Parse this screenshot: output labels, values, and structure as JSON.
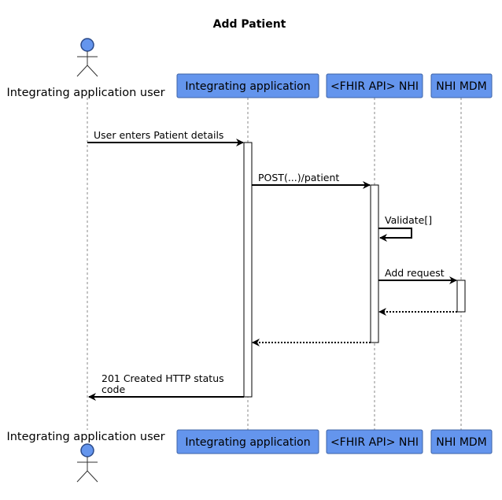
{
  "title": "Add Patient",
  "participants": [
    {
      "id": "user",
      "type": "actor",
      "label": "Integrating application user"
    },
    {
      "id": "app",
      "type": "participant",
      "label": "Integrating application",
      "color": "#6495ED"
    },
    {
      "id": "nhi",
      "type": "participant",
      "label": "<FHIR API> NHI",
      "color": "#6495ED"
    },
    {
      "id": "mdm",
      "type": "participant",
      "label": "NHI MDM",
      "color": "#6495ED"
    }
  ],
  "messages": [
    {
      "from": "user",
      "to": "app",
      "label": [
        "User enters Patient details"
      ],
      "style": "solid"
    },
    {
      "from": "app",
      "to": "nhi",
      "label": [
        "POST(...)/patient"
      ],
      "style": "solid"
    },
    {
      "from": "nhi",
      "to": "nhi",
      "label": [
        "Validate[]"
      ],
      "style": "self"
    },
    {
      "from": "nhi",
      "to": "mdm",
      "label": [
        "Add request"
      ],
      "style": "solid"
    },
    {
      "from": "mdm",
      "to": "nhi",
      "label": [],
      "style": "dotted"
    },
    {
      "from": "nhi",
      "to": "app",
      "label": [],
      "style": "dotted"
    },
    {
      "from": "app",
      "to": "user",
      "label": [
        "201 Created HTTP status",
        "code"
      ],
      "style": "solid"
    }
  ]
}
